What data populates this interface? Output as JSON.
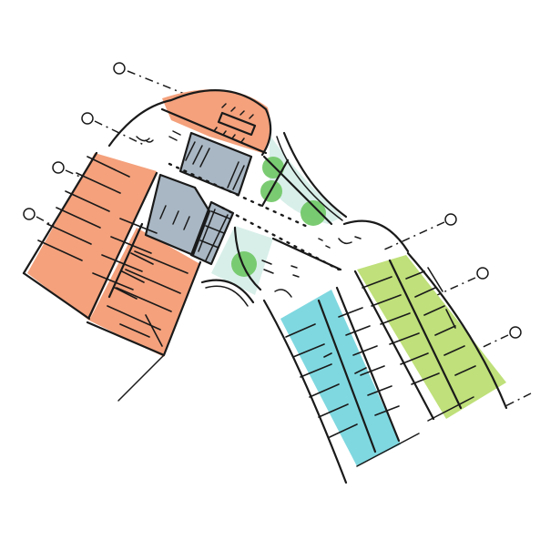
{
  "colors": {
    "wing_west": "#f4a17c",
    "wing_north": "#f4a17c",
    "wing_south": "#7fd8e0",
    "wing_east": "#bfe07a",
    "core": "#a9b7c4",
    "atrium": "#d8efe9",
    "tree": "#74c86a",
    "ink": "#1a1a1a"
  },
  "plan": {
    "wings": [
      {
        "id": "west",
        "color_key": "wing_west"
      },
      {
        "id": "north",
        "color_key": "wing_north"
      },
      {
        "id": "south",
        "color_key": "wing_south"
      },
      {
        "id": "east",
        "color_key": "wing_east"
      }
    ],
    "grid_markers": 7,
    "trees": 4,
    "stair_cores": 3
  }
}
